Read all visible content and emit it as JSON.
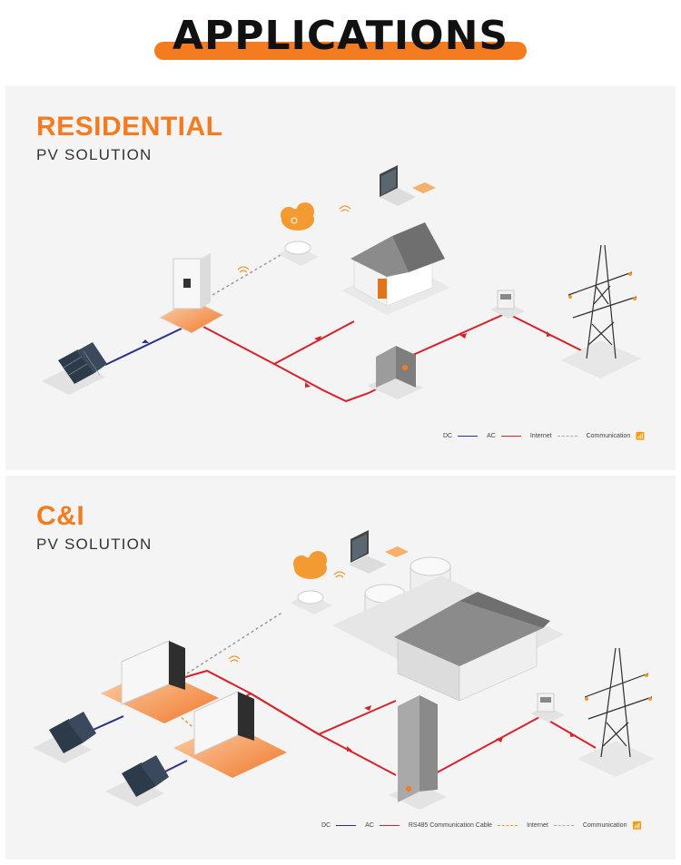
{
  "header": {
    "title": "APPLICATIONS"
  },
  "residential": {
    "title": "RESIDENTIAL",
    "subtitle": "PV SOLUTION",
    "legend": {
      "dc": "DC",
      "ac": "AC",
      "internet": "Internet",
      "communication": "Communication"
    }
  },
  "ci": {
    "title": "C&I",
    "subtitle": "PV SOLUTION",
    "legend": {
      "dc": "DC",
      "ac": "AC",
      "rs485": "RS485 Communication Cable",
      "internet": "Internet",
      "communication": "Communication"
    }
  },
  "icons": [
    "solar-panel-icon",
    "inverter-icon",
    "router-icon",
    "cloud-icon",
    "laptop-icon",
    "phone-icon",
    "house-icon",
    "meter-icon",
    "distribution-box-icon",
    "transmission-tower-icon",
    "factory-icon",
    "storage-tank-icon",
    "cabinet-icon",
    "wifi-icon"
  ],
  "colors": {
    "accent": "#f47c20",
    "dc_line": "#2c2f8a",
    "ac_line": "#d8222a",
    "rs485_line": "#f0962e",
    "internet_line": "#aaaaaa"
  }
}
